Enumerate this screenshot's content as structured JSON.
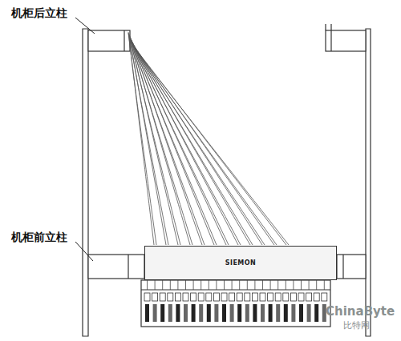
{
  "diagram": {
    "nodes": [
      {
        "text": [
          "SIEMON"
        ]
      }
    ],
    "labels": [
      "机柜后立柱",
      "机柜前立柱",
      "ChinaByte",
      "比特网"
    ]
  }
}
